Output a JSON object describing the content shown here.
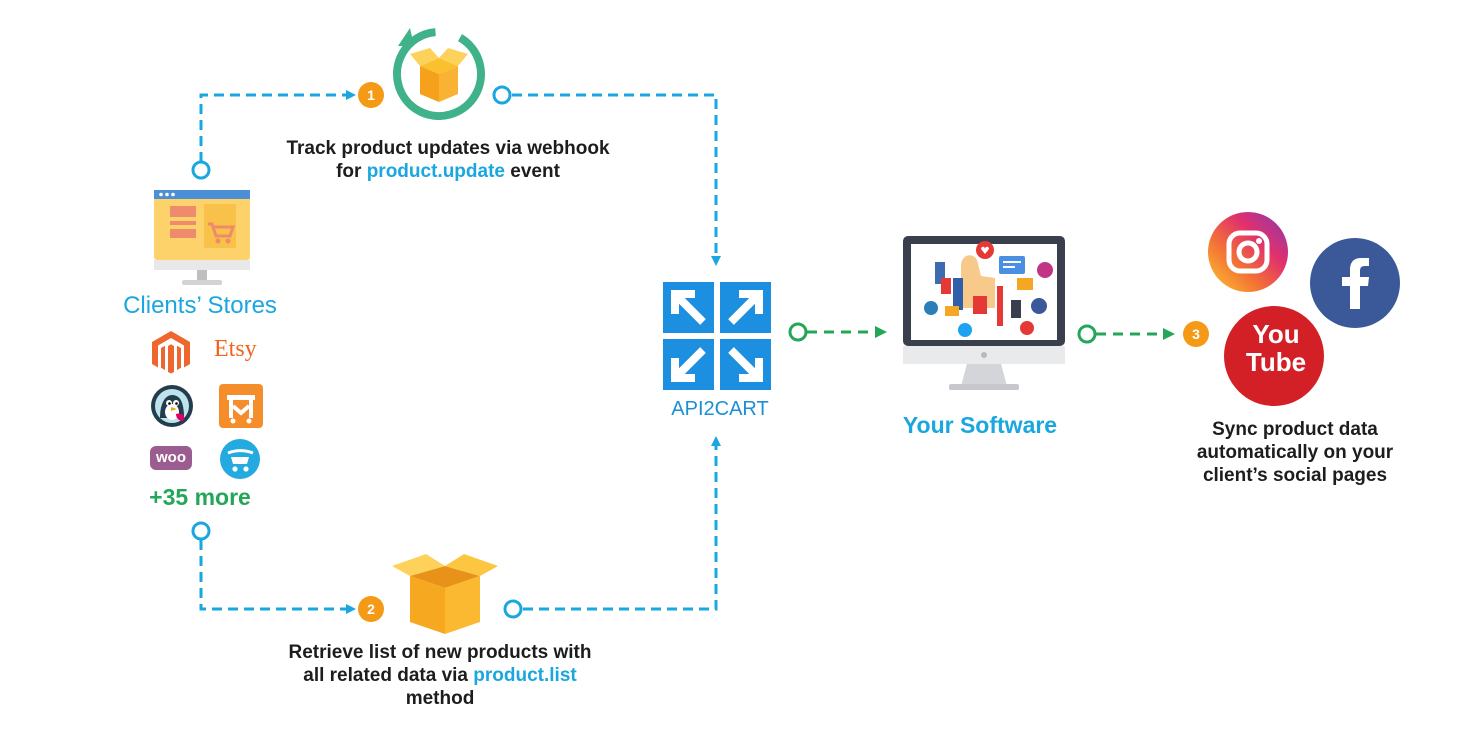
{
  "steps": [
    {
      "number": "1",
      "text": "Track product updates via webhook",
      "text2_pre": "for ",
      "highlight": "product.update",
      "text2_post": " event"
    },
    {
      "number": "2",
      "text": "Retrieve list of new products with",
      "text2_pre": "all related data via ",
      "highlight": "product.list",
      "text3": "method"
    },
    {
      "number": "3",
      "text": "Sync product data",
      "text2": "automatically on your",
      "text3": "client’s social pages"
    }
  ],
  "stores": {
    "title": "Clients’ Stores",
    "logos": [
      "magento-icon",
      "etsy-logo",
      "prestashop-icon",
      "3dcart-icon",
      "woocommerce-logo",
      "opencart-icon"
    ],
    "etsy_text": "Etsy",
    "woo_text": "woo",
    "more": "+35 more"
  },
  "api": {
    "label": "API2CART"
  },
  "software": {
    "label": "Your Software"
  },
  "social": {
    "icons": [
      "instagram-icon",
      "facebook-icon",
      "youtube-icon"
    ],
    "youtube_line1": "You",
    "youtube_line2": "Tube"
  },
  "colors": {
    "blue": "#1aa7df",
    "green": "#24a659",
    "orange": "#f59a16",
    "text": "#1d1d1d"
  }
}
